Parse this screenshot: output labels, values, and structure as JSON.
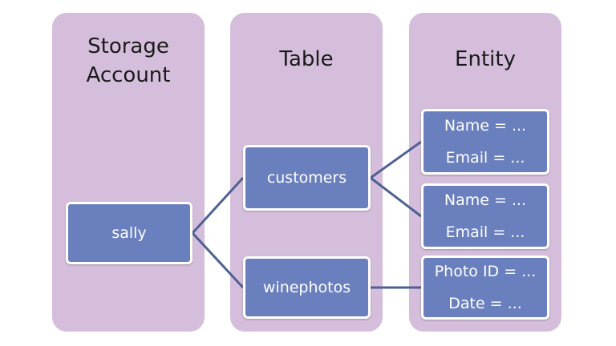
{
  "columns": {
    "storage": {
      "title_line1": "Storage",
      "title_line2": "Account"
    },
    "table": {
      "title": "Table"
    },
    "entity": {
      "title": "Entity"
    }
  },
  "nodes": {
    "account": {
      "label": "sally"
    },
    "tables": [
      {
        "label": "customers"
      },
      {
        "label": "winephotos"
      }
    ],
    "entities": [
      {
        "line1": "Name = ...",
        "line2": "Email = ..."
      },
      {
        "line1": "Name = ...",
        "line2": "Email = ..."
      },
      {
        "line1": "Photo ID = ...",
        "line2": "Date = ..."
      }
    ]
  },
  "colors": {
    "column_fill": "#d5bedb",
    "node_fill": "#6a7fbd",
    "node_border": "#ffffff",
    "connector": "#4f6194"
  }
}
